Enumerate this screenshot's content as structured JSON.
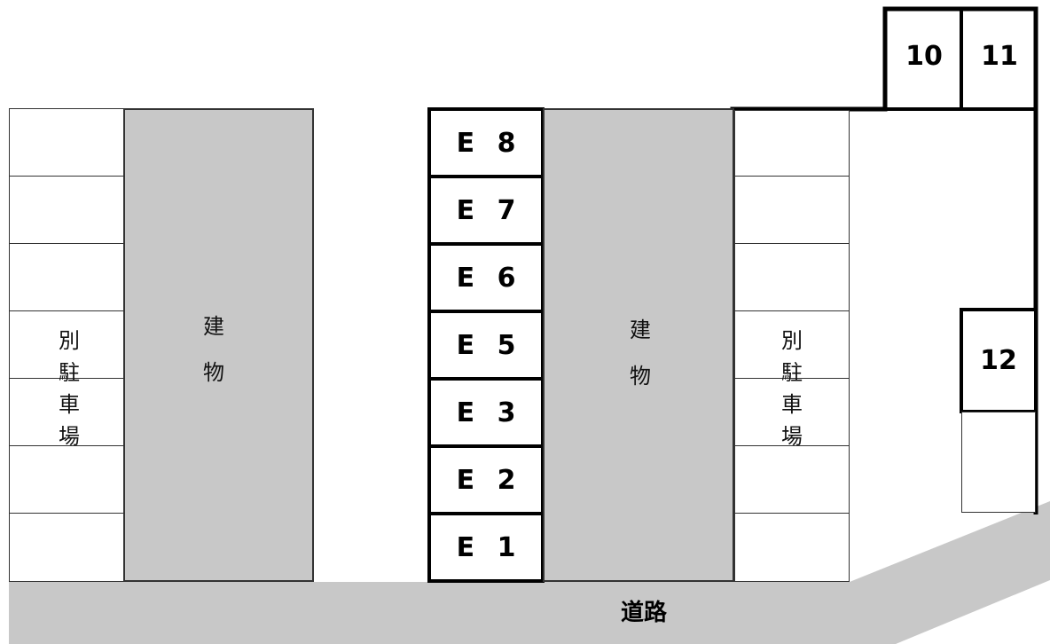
{
  "diagram": {
    "building_label_chars": [
      "建",
      "物"
    ],
    "separate_parking_chars": [
      "別",
      "駐",
      "車",
      "場"
    ],
    "road_label": "道路",
    "center_slots": [
      {
        "letter": "E",
        "number": "8"
      },
      {
        "letter": "E",
        "number": "7"
      },
      {
        "letter": "E",
        "number": "6"
      },
      {
        "letter": "E",
        "number": "5"
      },
      {
        "letter": "E",
        "number": "3"
      },
      {
        "letter": "E",
        "number": "2"
      },
      {
        "letter": "E",
        "number": "1"
      }
    ],
    "corner_slots": [
      "10",
      "11",
      "12"
    ],
    "colors": {
      "building": "#c8c8c8",
      "road": "#c8c8c8",
      "line": "#000000"
    }
  }
}
